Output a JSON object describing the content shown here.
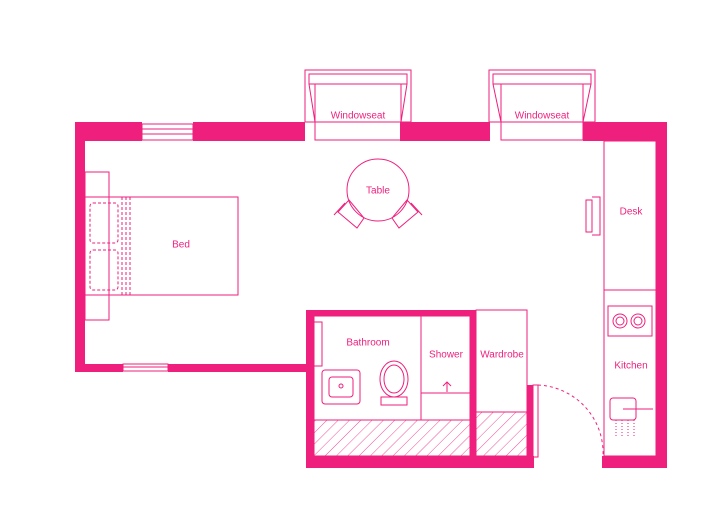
{
  "accent": "#ef1f7d",
  "rooms": {
    "windowseat_left": "Windowseat",
    "windowseat_right": "Windowseat",
    "table": "Table",
    "bed": "Bed",
    "desk": "Desk",
    "bathroom": "Bathroom",
    "shower": "Shower",
    "wardrobe": "Wardrobe",
    "kitchen": "Kitchen"
  }
}
